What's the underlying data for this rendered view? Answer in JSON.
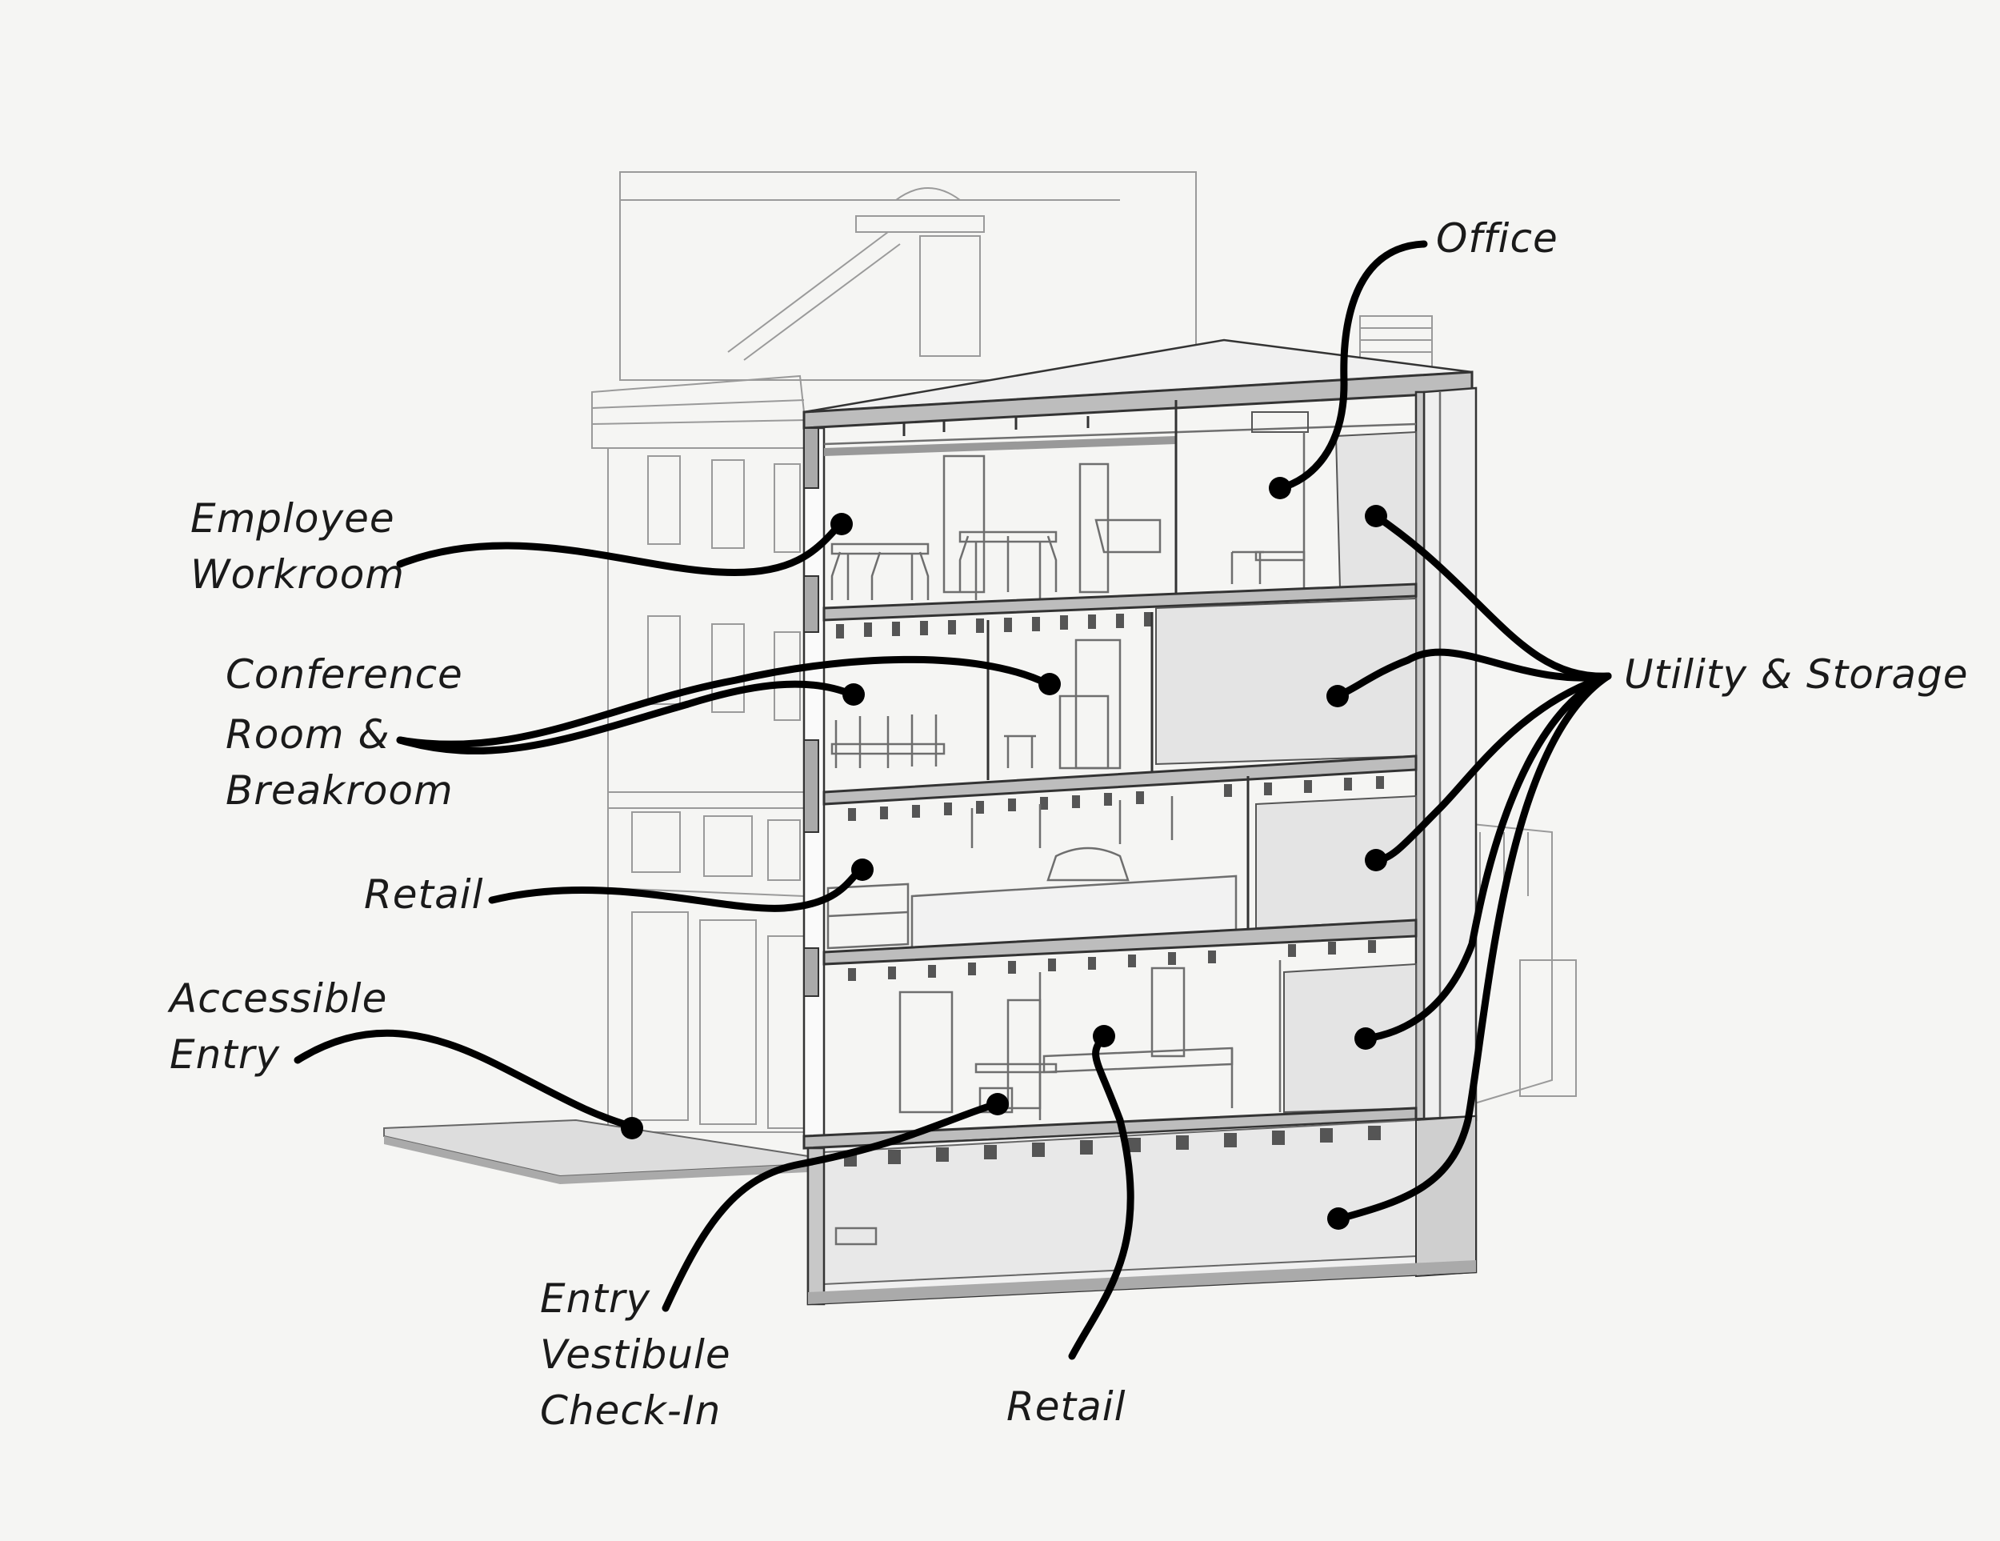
{
  "labels": {
    "office": "Office",
    "employee_workroom_1": "Employee",
    "employee_workroom_2": "Workroom",
    "conference_1": "Conference",
    "conference_2": "Room &",
    "conference_3": "Breakroom",
    "utility_storage": "Utility & Storage",
    "retail_upper": "Retail",
    "accessible_entry_1": "Accessible",
    "accessible_entry_2": "Entry",
    "entry_vestibule_1": "Entry",
    "entry_vestibule_2": "Vestibule",
    "entry_vestibule_3": "Check-In",
    "retail_lower": "Retail"
  },
  "colors": {
    "background": "#f5f5f3",
    "leader": "#000000",
    "linework": "#333333",
    "storage_fill": "#e4e4e4"
  }
}
